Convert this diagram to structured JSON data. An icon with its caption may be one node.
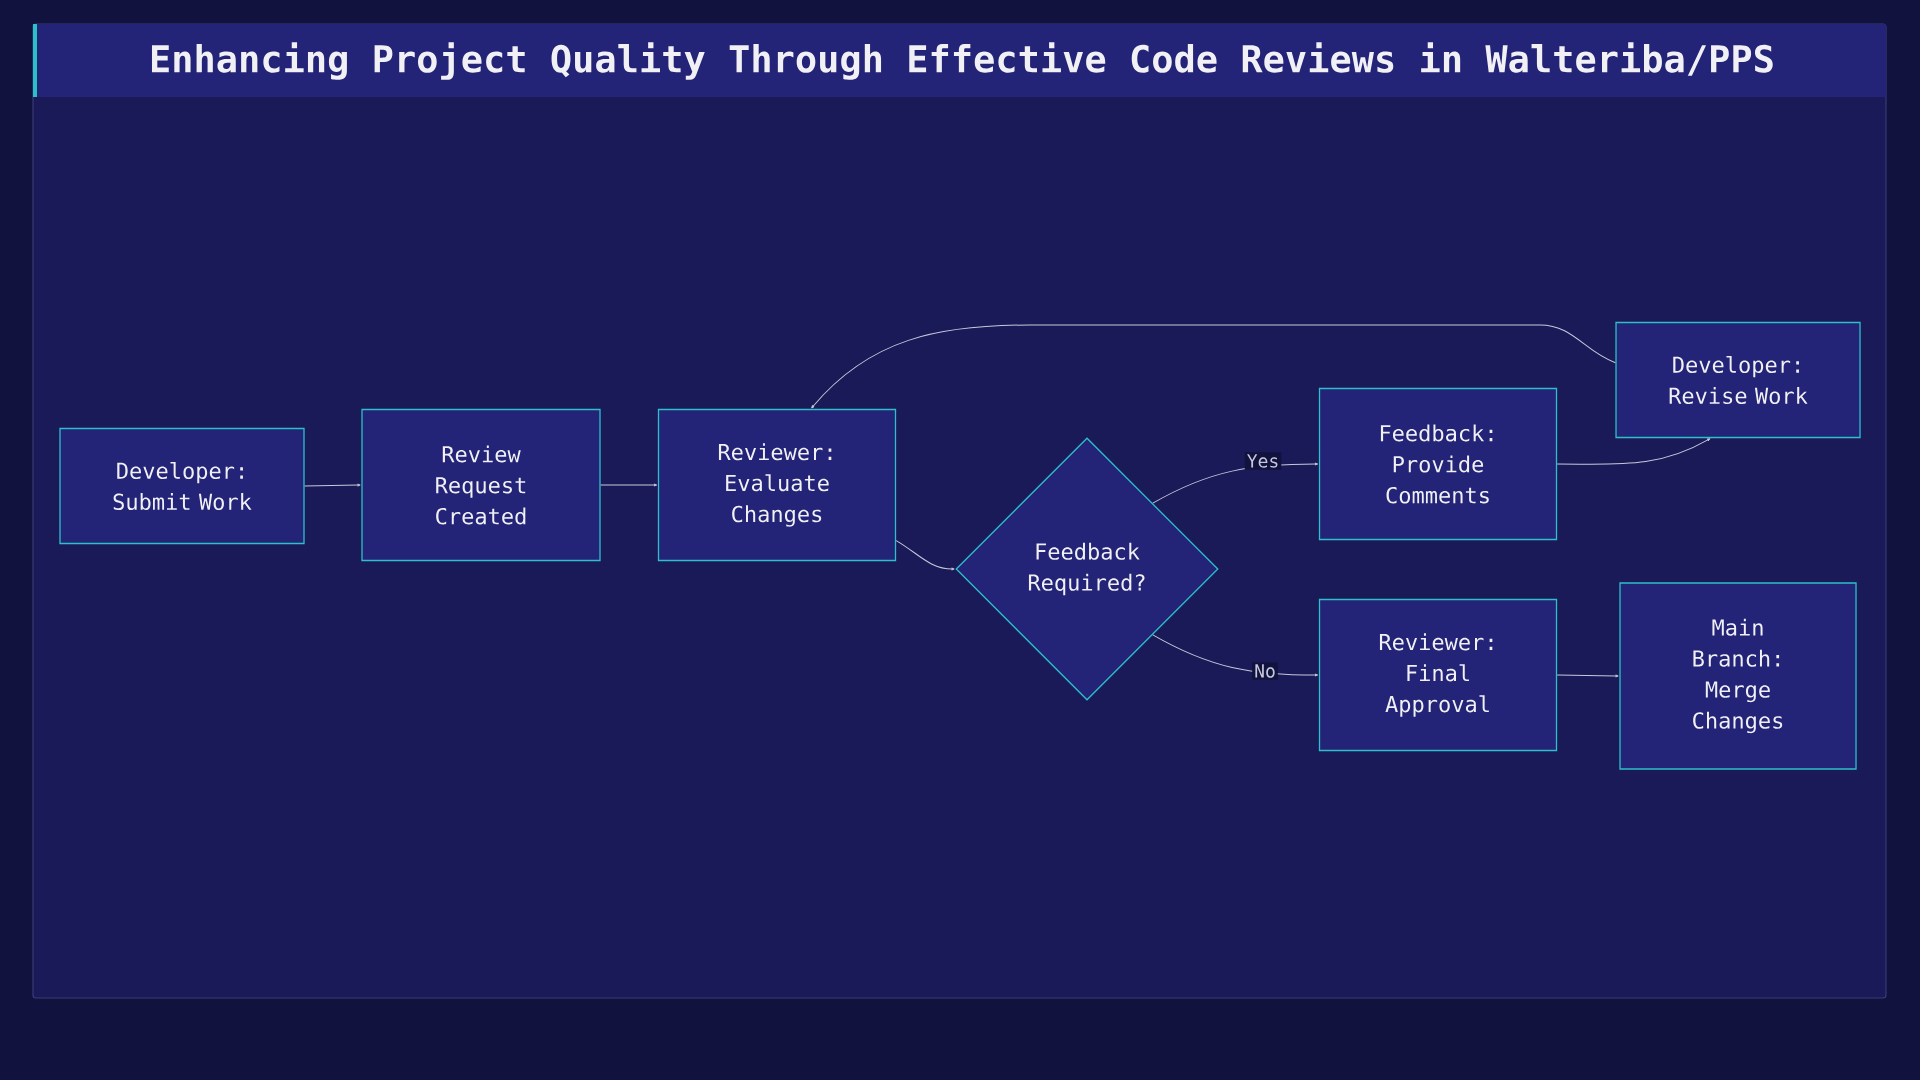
{
  "diagram": {
    "title": "Enhancing Project Quality Through Effective Code Reviews in Walteriba/PPS",
    "nodes": [
      {
        "text": [
          "Developer: Submit Work"
        ]
      },
      {
        "text": [
          "Review Request Created"
        ]
      },
      {
        "text": [
          "Reviewer: Evaluate Changes"
        ]
      },
      {
        "text": [
          "Feedback Required?"
        ]
      },
      {
        "text": [
          "Feedback: Provide Comments"
        ]
      },
      {
        "text": [
          "Developer: Revise Work"
        ]
      },
      {
        "text": [
          "Reviewer: Final Approval"
        ]
      },
      {
        "text": [
          "Main Branch: Merge Changes"
        ]
      }
    ],
    "edges": [
      {
        "from": 0,
        "to": 1,
        "arrow": "to"
      },
      {
        "from": 1,
        "to": 2,
        "arrow": "to"
      },
      {
        "from": 2,
        "to": 3,
        "arrow": "to"
      },
      {
        "from": 3,
        "to": 4,
        "arrow": "to",
        "label": "Yes"
      },
      {
        "from": 4,
        "to": 5,
        "arrow": "to"
      },
      {
        "from": 5,
        "to": 2,
        "arrow": "to"
      },
      {
        "from": 3,
        "to": 6,
        "arrow": "to",
        "label": "No"
      },
      {
        "from": 6,
        "to": 7,
        "arrow": "to"
      }
    ]
  }
}
